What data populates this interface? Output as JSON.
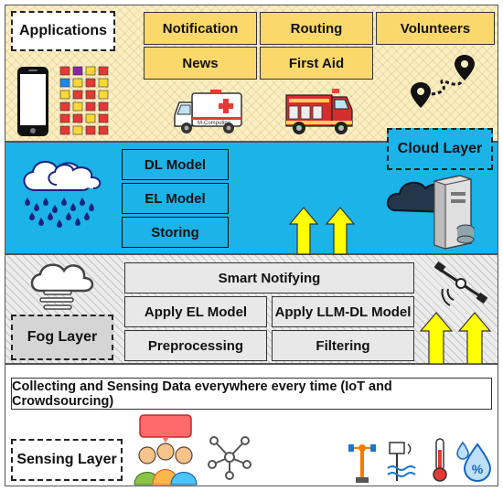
{
  "layers": {
    "applications": {
      "label": "Applications",
      "items": [
        "Notification",
        "Routing",
        "Volunteers",
        "News",
        "First Aid"
      ],
      "ambulance_text": "M-Computing"
    },
    "cloud": {
      "label": "Cloud Layer",
      "items": [
        "DL Model",
        "EL Model",
        "Storing"
      ]
    },
    "fog": {
      "label": "Fog Layer",
      "smart": "Smart Notifying",
      "apply_el": "Apply EL Model",
      "apply_llm": "Apply LLM-DL Model",
      "preprocessing": "Preprocessing",
      "filtering": "Filtering"
    },
    "sensing": {
      "label": "Sensing Layer",
      "collecting": "Collecting and Sensing Data everywhere every time (IoT and Crowdsourcing)"
    }
  },
  "colors": {
    "app_bg": "#fbeec2",
    "app_box": "#fbd86b",
    "cloud_bg": "#1bb3e8",
    "fog_bg": "#ececec",
    "arrow": "#ffff00"
  },
  "icons": [
    "smartphone-icon",
    "app-grid-icon",
    "ambulance-icon",
    "fire-truck-icon",
    "route-map-icon",
    "rain-cloud-icon",
    "server-cloud-icon",
    "fog-cloud-icon",
    "sensor-icon",
    "crowd-icon",
    "network-icon",
    "weather-station-icon",
    "water-level-icon",
    "thermometer-icon",
    "humidity-icon"
  ]
}
